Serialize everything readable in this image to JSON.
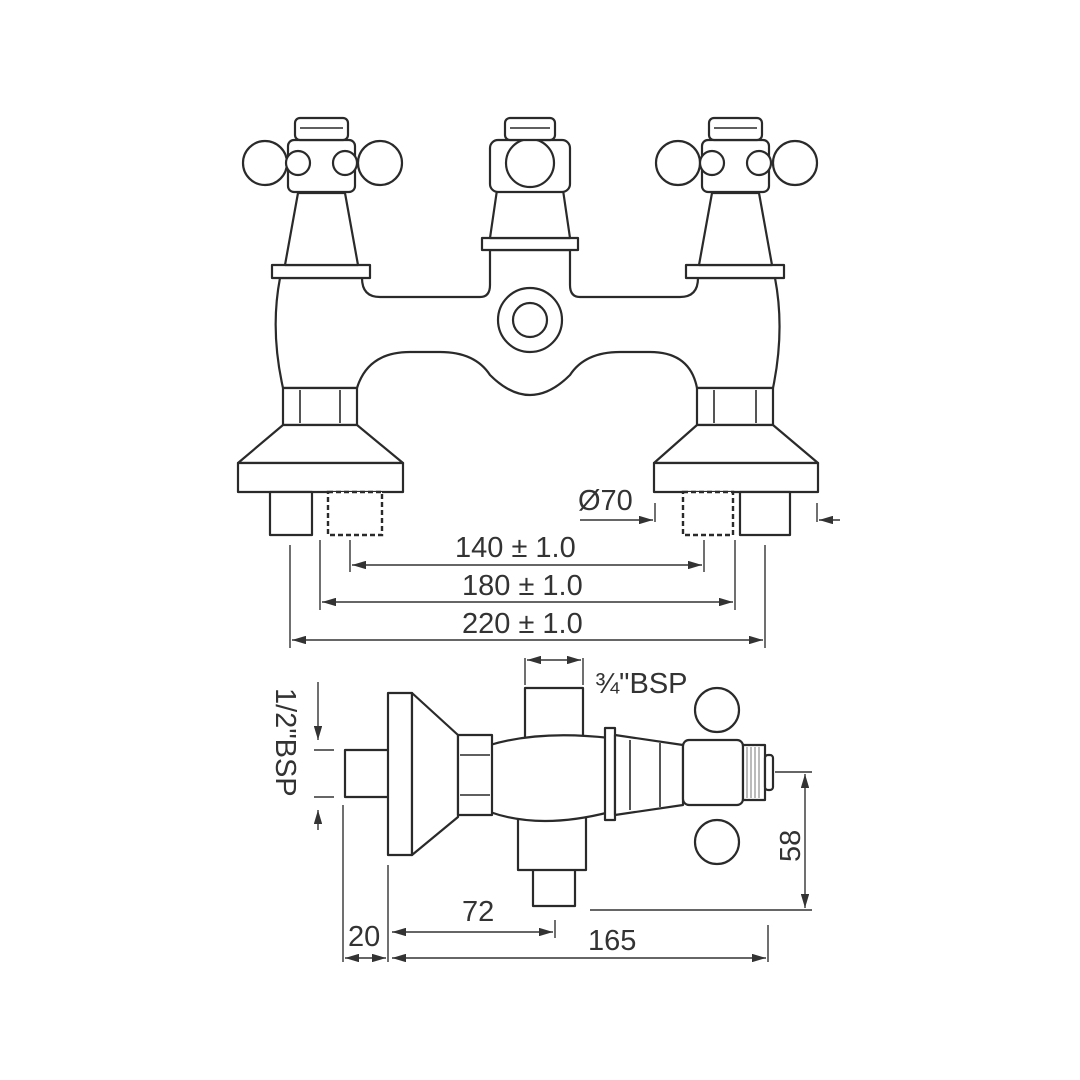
{
  "dimensions": {
    "diameter": "Ø70",
    "spacing_140": "140 ± 1.0",
    "spacing_180": "180 ± 1.0",
    "spacing_220": "220 ± 1.0",
    "outlet_thread": "¾\"BSP",
    "inlet_thread": "1/2\"BSP",
    "depth_20": "20",
    "depth_72": "72",
    "depth_165": "165",
    "height_58": "58"
  },
  "colors": {
    "line": "#2a2a2a",
    "background": "#ffffff"
  }
}
